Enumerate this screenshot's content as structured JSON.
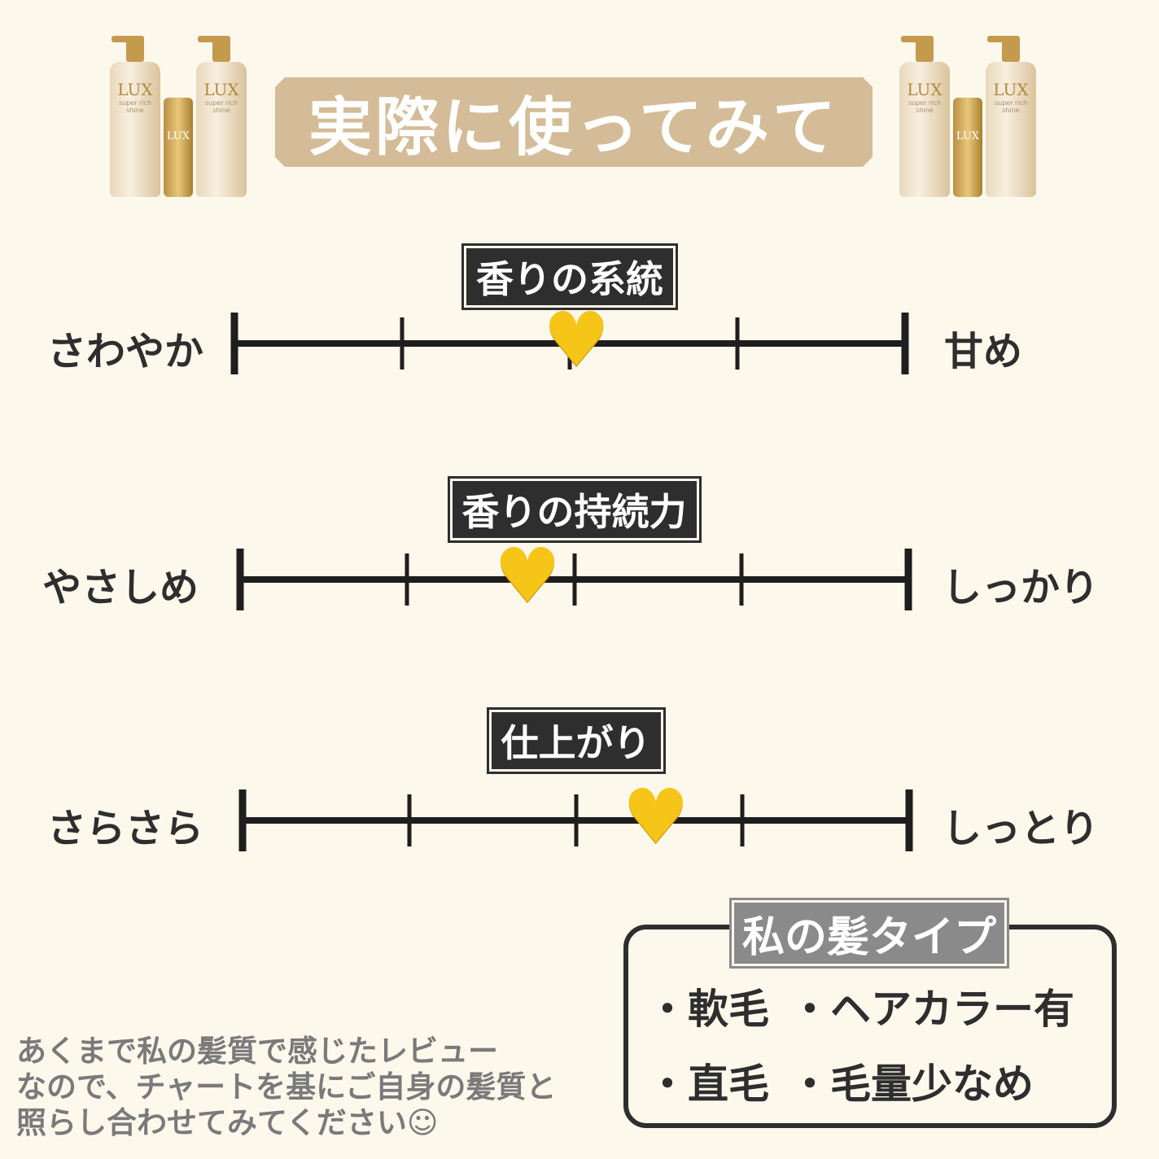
{
  "title": "実際に使ってみて",
  "product_logo": "LUX",
  "product_sub": "super rich shine",
  "scales": [
    {
      "label": "香りの系統",
      "left": "さわやか",
      "right": "甘め",
      "position": 0.51,
      "marker": "♥"
    },
    {
      "label": "香りの持続力",
      "left": "やさしめ",
      "right": "しっかり",
      "position": 0.43,
      "marker": "♥"
    },
    {
      "label": "仕上がり",
      "left": "さらさら",
      "right": "しっとり",
      "position": 0.62,
      "marker": "♥"
    }
  ],
  "hair_type": {
    "title": "私の髪タイプ",
    "items": [
      "・軟毛",
      "・ヘアカラー有",
      "・直毛",
      "・毛量少なめ"
    ]
  },
  "note": {
    "lines": [
      "あくまで私の髪質で感じたレビュー",
      "なので、チャートを基にご自身の髪質と",
      "照らし合わせてみてください☺"
    ]
  },
  "colors": {
    "background": "#fdf8ec",
    "title_banner": "#d4bc98",
    "heart": "#f5c518",
    "label_bg": "#2e2e2e",
    "hair_title_bg": "#8a8a8a",
    "note_text": "#7a7a7a"
  }
}
